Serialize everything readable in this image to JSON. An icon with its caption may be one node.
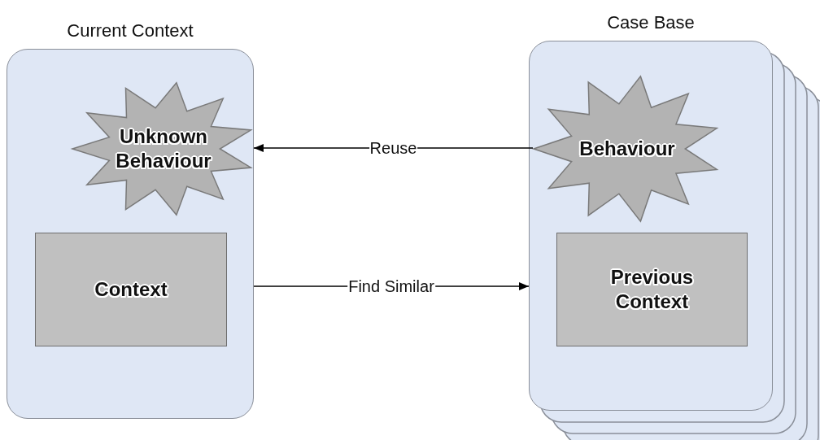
{
  "diagram": {
    "nodes": [
      {
        "text": [
          "Current Context"
        ]
      },
      {
        "text": [
          "Unknown Behaviour"
        ],
        "in": 0
      },
      {
        "text": [
          "Context"
        ],
        "in": 0
      },
      {
        "text": [
          "Case Base"
        ]
      },
      {
        "text": [
          "Behaviour"
        ],
        "in": 3
      },
      {
        "text": [
          "Previous Context"
        ],
        "in": 3
      }
    ],
    "edges": [
      {
        "from": 4,
        "to": 1,
        "arrow": "to",
        "label": "Reuse"
      },
      {
        "from": 0,
        "to": 3,
        "arrow": "to",
        "label": "Find Similar"
      }
    ]
  }
}
